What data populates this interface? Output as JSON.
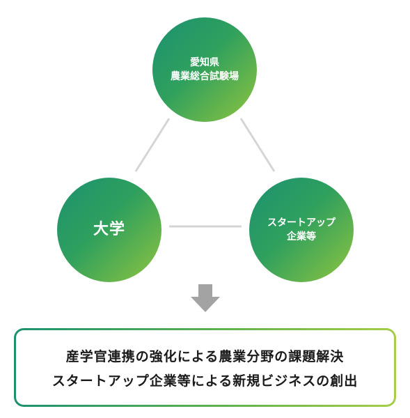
{
  "nodes": {
    "top": {
      "label": "愛知県\n農業総合試験場"
    },
    "left": {
      "label": "大学"
    },
    "right": {
      "label": "スタートアップ\n企業等"
    }
  },
  "result": {
    "line1": "産学官連携の強化による農業分野の課題解決",
    "line2": "スタートアップ企業等による新規ビジネスの創出"
  },
  "colors": {
    "gradient_start": "#1c9170",
    "gradient_end": "#a6cd48",
    "connector": "#d5d5d5",
    "arrow": "#a3a3a3"
  }
}
